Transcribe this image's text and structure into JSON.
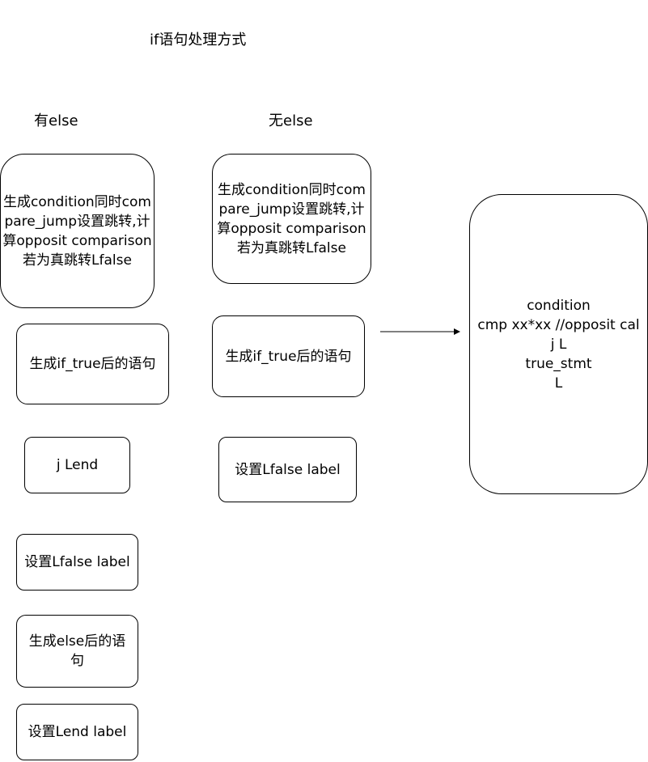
{
  "title": "if语句处理方式",
  "with_else": {
    "heading": "有else",
    "steps": [
      "生成condition同时compare_jump设置跳转,计算opposit comparison若为真跳转Lfalse",
      "生成if_true后的语句",
      "j Lend",
      "设置Lfalse label",
      "生成else后的语句",
      "设置Lend label"
    ]
  },
  "without_else": {
    "heading": "无else",
    "steps": [
      "生成condition同时compare_jump设置跳转,计算opposit comparison若为真跳转Lfalse",
      "生成if_true后的语句",
      "设置Lfalse label"
    ]
  },
  "result_box": {
    "lines": [
      "condition",
      "cmp xx*xx //opposit cal",
      "j L",
      "true_stmt",
      "L"
    ]
  }
}
